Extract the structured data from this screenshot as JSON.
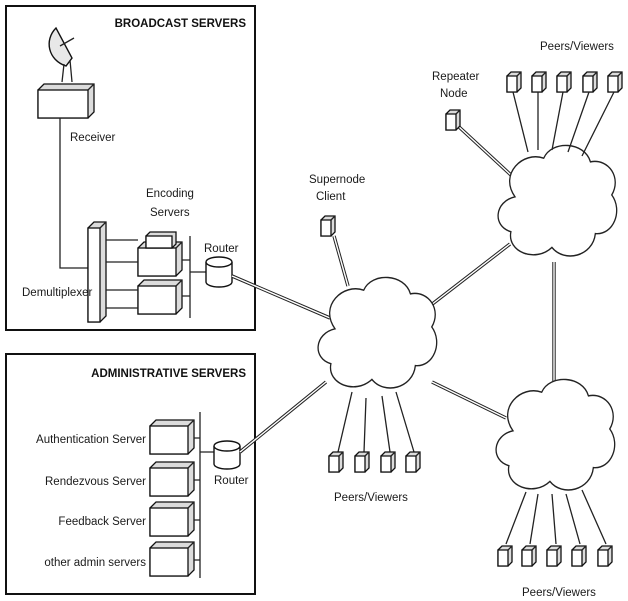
{
  "broadcast": {
    "title": "BROADCAST SERVERS",
    "receiver": "Receiver",
    "encoding_line1": "Encoding",
    "encoding_line2": "Servers",
    "router": "Router",
    "demux": "Demultiplexer"
  },
  "admin": {
    "title": "ADMINISTRATIVE SERVERS",
    "servers": [
      "Authentication Server",
      "Rendezvous Server",
      "Feedback Server",
      "other admin servers"
    ],
    "router": "Router"
  },
  "network": {
    "supernode_line1": "Supernode",
    "supernode_line2": "Client",
    "repeater_line1": "Repeater",
    "repeater_line2": "Node",
    "peers_top": "Peers/Viewers",
    "peers_center": "Peers/Viewers",
    "peers_bottom": "Peers/Viewers"
  },
  "icons": [
    "satellite-dish-icon",
    "router-icon",
    "server-icon",
    "peer-node-icon",
    "cloud-icon"
  ]
}
